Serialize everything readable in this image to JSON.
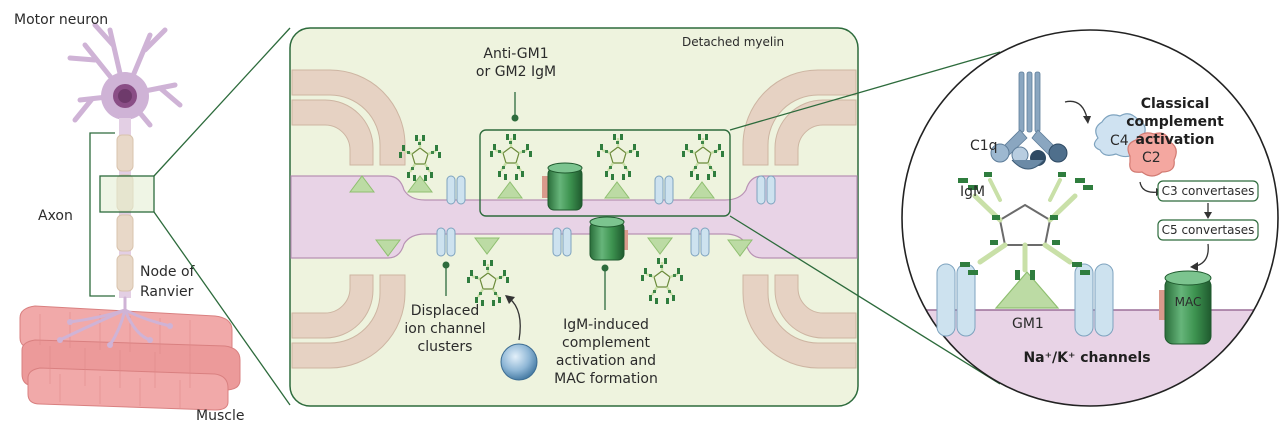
{
  "labels": {
    "motor_neuron": "Motor neuron",
    "axon": "Axon",
    "node_of_ranvier_1": "Node of",
    "node_of_ranvier_2": "Ranvier",
    "muscle": "Muscle",
    "detached_myelin": "Detached myelin",
    "anti_gm_1": "Anti-GM1",
    "anti_gm_2": "or GM2 IgM",
    "displaced_1": "Displaced",
    "displaced_2": "ion channel",
    "displaced_3": "clusters",
    "igm_induced_1": "IgM-induced",
    "igm_induced_2": "complement",
    "igm_induced_3": "activation and",
    "igm_induced_4": "MAC formation",
    "classical_1": "Classical",
    "classical_2": "complement",
    "classical_3": "activation",
    "c1q": "C1q",
    "c4": "C4",
    "c2": "C2",
    "igm": "IgM",
    "c3_convertases": "C3 convertases",
    "c5_convertases": "C5 convertases",
    "mac": "MAC",
    "gm1": "GM1",
    "channels": "Na⁺/K⁺ channels"
  },
  "colors": {
    "neuron": "#c9a9cf",
    "myelin": "#e6d2c3",
    "membrane": "#e8d3e6",
    "panel_bg": "#eef3de",
    "outline": "#2d6b3c",
    "antibody": "#2f7d3e",
    "gm1": "#bcdba4",
    "channel": "#cde2ef",
    "muscle": "#ec9a9a",
    "c4": "#cfe2f1",
    "c2": "#f4a7a0",
    "mac": "#3a8a4d"
  }
}
